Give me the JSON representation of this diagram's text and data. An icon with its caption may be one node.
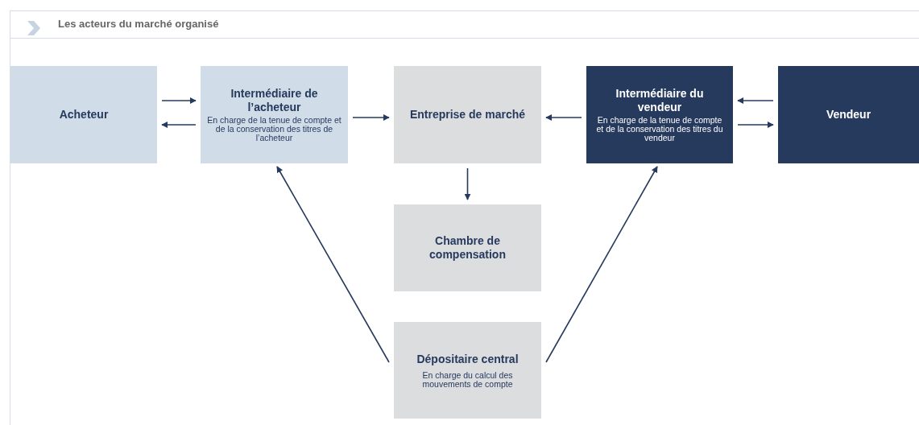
{
  "diagram": {
    "title": "Les acteurs du marché organisé",
    "nodes": [
      {
        "text": [
          "Acheteur"
        ]
      },
      {
        "text": [
          "Intermédiaire de l’acheteur",
          "En charge de la tenue de compte et de la conservation des titres de l’acheteur"
        ]
      },
      {
        "text": [
          "Entreprise de marché"
        ]
      },
      {
        "text": [
          "Intermédiaire du vendeur",
          "En charge de la tenue de compte et de la conservation des titres du vendeur"
        ]
      },
      {
        "text": [
          "Vendeur"
        ]
      },
      {
        "text": [
          "Chambre de compensation"
        ]
      },
      {
        "text": [
          "Dépositaire central",
          "En charge du calcul des mouvements de compte"
        ]
      }
    ],
    "edges": [
      {
        "from": 0,
        "to": 1,
        "arrow": "to"
      },
      {
        "from": 1,
        "to": 0,
        "arrow": "to"
      },
      {
        "from": 1,
        "to": 2,
        "arrow": "to"
      },
      {
        "from": 3,
        "to": 2,
        "arrow": "to"
      },
      {
        "from": 4,
        "to": 3,
        "arrow": "to"
      },
      {
        "from": 3,
        "to": 4,
        "arrow": "to"
      },
      {
        "from": 2,
        "to": 5,
        "arrow": "to"
      },
      {
        "from": 6,
        "to": 1,
        "arrow": "to"
      },
      {
        "from": 6,
        "to": 3,
        "arrow": "to"
      }
    ]
  }
}
